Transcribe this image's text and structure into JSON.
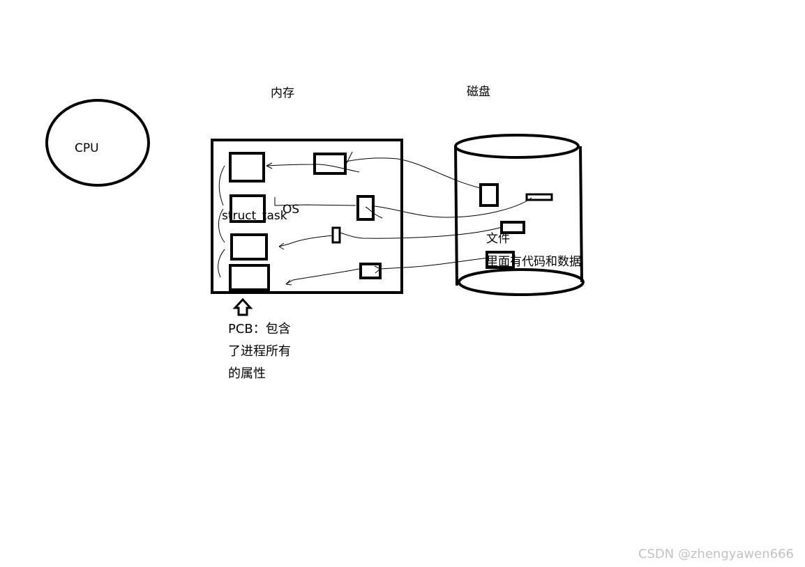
{
  "labels": {
    "cpu": "CPU",
    "memory": "内存",
    "disk": "磁盘",
    "struct_task": "struct_task",
    "os": "OS",
    "file": "文件",
    "file_contents": "里面有代码和数据",
    "pcb_lines": [
      "PCB：包含",
      "了进程所有",
      "的属性"
    ]
  },
  "watermark": "CSDN @zhengyawen666",
  "colors": {
    "stroke": "#000000",
    "background": "#ffffff",
    "watermark": "#c2c2c2"
  },
  "icons": {
    "pcb_pointer": "up-arrow-icon"
  }
}
